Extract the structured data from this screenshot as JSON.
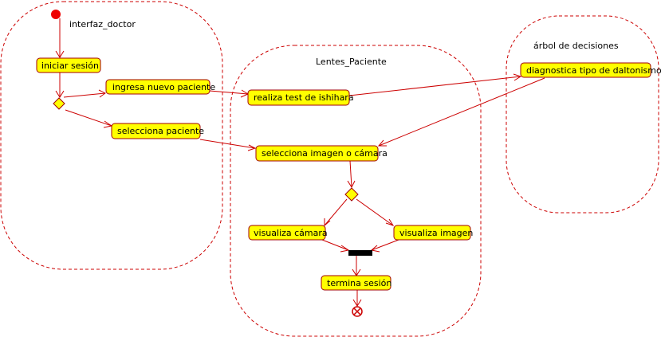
{
  "lanes": {
    "doctor": "interfaz_doctor",
    "paciente": "Lentes_Paciente",
    "arbol": "árbol de decisiones"
  },
  "actions": {
    "iniciar_sesion": "iniciar sesión",
    "ingresa_nuevo_paciente": "ingresa nuevo paciente",
    "selecciona_paciente": "selecciona paciente",
    "realiza_test": "realiza test de ishihara",
    "selecciona_imagen_camara": "selecciona imagen o cámara",
    "visualiza_camara": "visualiza cámara",
    "visualiza_imagen": "visualiza imagen",
    "termina_sesion": "termina sesión",
    "diagnostica": "diagnostica tipo de daltonismo"
  },
  "colors": {
    "action_fill": "#ffff00",
    "action_border": "#a00000",
    "flow_line": "#cc0000",
    "start_node": "#ee0000",
    "join_bar": "#000000"
  }
}
